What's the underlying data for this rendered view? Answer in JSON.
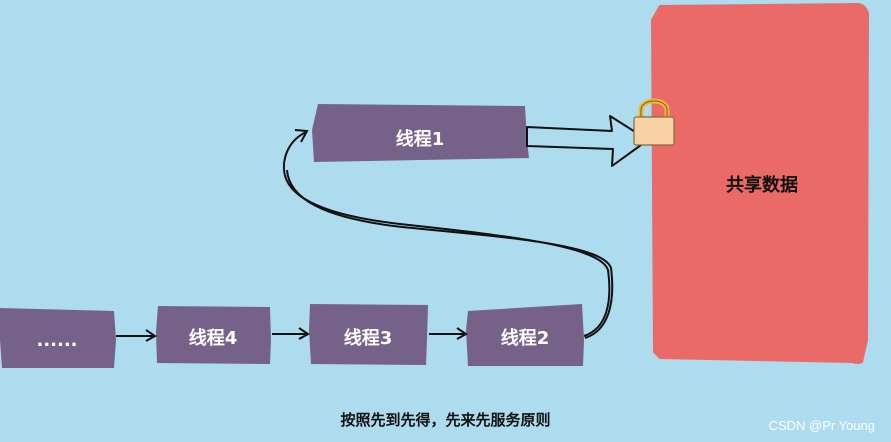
{
  "nodes": {
    "thread1": "线程1",
    "thread2": "线程2",
    "thread3": "线程3",
    "thread4": "线程4",
    "ellipsis": "......"
  },
  "shared_data": "共享数据",
  "caption": "按照先到先得，先来先服务原则",
  "watermark": "CSDN @Pr Young",
  "colors": {
    "background": "#acdcee",
    "node_fill": "#766189",
    "shared_fill": "#ea6a68",
    "lock_body": "#f6d2a4",
    "lock_shackle": "#f2b53b"
  },
  "icons": {
    "lock": "lock-icon"
  }
}
